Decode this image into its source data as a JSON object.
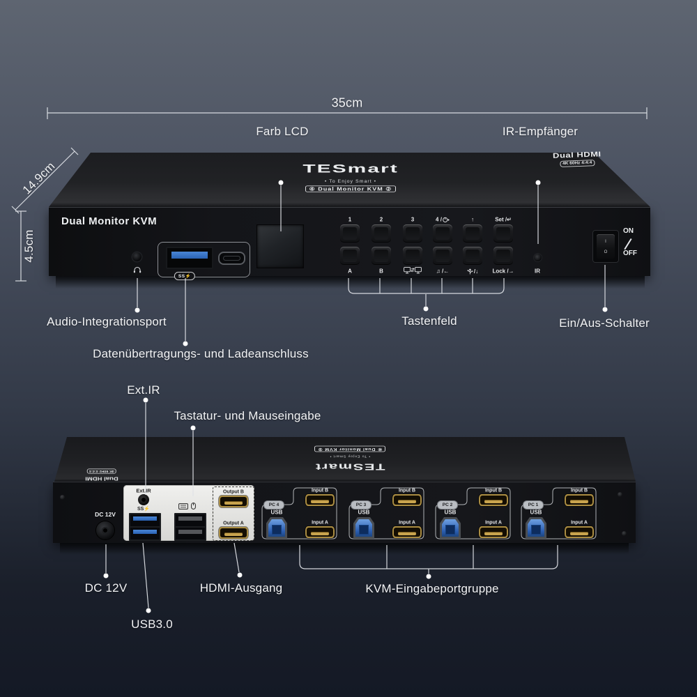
{
  "dimensions": {
    "width_label": "35cm",
    "depth_label": "14.9cm",
    "height_label": "4.5cm"
  },
  "callouts": {
    "farb_lcd": "Farb LCD",
    "ir_empfaenger": "IR-Empfänger",
    "audio": "Audio-Integrationsport",
    "daten": "Datenübertragungs- und Ladeanschluss",
    "tastenfeld": "Tastenfeld",
    "power": "Ein/Aus-Schalter",
    "ext_ir": "Ext.IR",
    "kbm": "Tastatur- und Mauseingabe",
    "dc": "DC 12V",
    "usb3": "USB3.0",
    "hdmi_out": "HDMI-Ausgang",
    "kvm_group": "KVM-Eingabeportgruppe"
  },
  "branding": {
    "logo": "TESmart",
    "tagline": "• To Enjoy Smart •",
    "banner": "④ Dual Monitor KVM ②",
    "dual_hdmi": "Dual HDMI",
    "spec": "4K 60Hz 4:4:4",
    "front_panel_label": "Dual Monitor KVM"
  },
  "front_panel": {
    "usb_badge": "SS⚡",
    "keypad_top": [
      {
        "label": "1"
      },
      {
        "label": "2"
      },
      {
        "label": "3"
      },
      {
        "label": "4 /",
        "icon": "mouse-icon"
      },
      {
        "label": "↑"
      },
      {
        "label": "Set /↵"
      }
    ],
    "keypad_bottom": [
      {
        "label": "A"
      },
      {
        "label": "B"
      },
      {
        "label": "",
        "icon": "monitor-swap-icon"
      },
      {
        "label": "♫ /←"
      },
      {
        "label": "/↓",
        "icon": "usb-trident-icon"
      },
      {
        "label": "Lock /→"
      }
    ],
    "ir_label": "IR",
    "power_on": "ON",
    "power_off": "OFF",
    "rocker_marks": {
      "on": "I",
      "off": "O"
    }
  },
  "rear_panel": {
    "dc_label": "DC 12V",
    "ext_ir_label": "Ext.IR",
    "ss_label": "SS⚡",
    "output_b": "Output B",
    "output_a": "Output A",
    "usb_label": "USB",
    "input_b": "Input B",
    "input_a": "Input A",
    "pc_groups": [
      {
        "name": "PC 4"
      },
      {
        "name": "PC 3"
      },
      {
        "name": "PC 2"
      },
      {
        "name": "PC 1"
      }
    ]
  },
  "colors": {
    "usb_blue": "#2e6fc4",
    "hdmi_gold": "#b8964a",
    "panel_white": "#e6e6e4",
    "device_black": "#141518",
    "background_top": "#5e6571",
    "background_bottom": "#141925",
    "label_text": "#f2f3f5"
  }
}
